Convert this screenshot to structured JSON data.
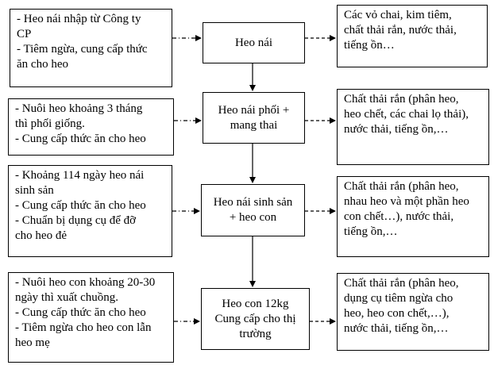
{
  "left_boxes": [
    {
      "lines": [
        "- Heo nái nhập từ Công ty",
        "CP",
        "- Tiêm ngừa, cung cấp thức",
        "ăn cho heo"
      ]
    },
    {
      "lines": [
        "- Nuôi heo khoảng 3 tháng",
        "thì phối giống.",
        "- Cung cấp thức ăn cho heo"
      ]
    },
    {
      "lines": [
        "- Khoảng 114 ngày heo nái",
        "sinh sản",
        "- Cung cấp thức ăn cho heo",
        "- Chuẩn bị dụng cụ để đỡ",
        "cho heo đẻ"
      ]
    },
    {
      "lines": [
        "- Nuôi heo con khoảng 20-30",
        "ngày thì xuất chuồng.",
        "- Cung cấp thức ăn cho heo",
        "- Tiêm ngừa cho heo con lẫn",
        "heo mẹ"
      ]
    }
  ],
  "center_boxes": [
    {
      "lines": [
        "Heo nái"
      ]
    },
    {
      "lines": [
        "Heo nái phối +",
        "mang thai"
      ]
    },
    {
      "lines": [
        "Heo nái sinh sản",
        "+ heo con"
      ]
    },
    {
      "lines": [
        "Heo con 12kg",
        "Cung cấp cho thị",
        "trường"
      ]
    }
  ],
  "right_boxes": [
    {
      "lines": [
        "Các vỏ chai, kim tiêm,",
        "chất thải rắn, nước thải,",
        "tiếng ồn…"
      ]
    },
    {
      "lines": [
        "Chất thải rắn (phân heo,",
        "heo chết, các chai lọ thải),",
        "nước thải, tiếng ồn,…"
      ]
    },
    {
      "lines": [
        "Chất thải rắn (phân heo,",
        "nhau heo và một phần heo",
        "con chết…), nước thải,",
        "tiếng ồn,…"
      ]
    },
    {
      "lines": [
        "Chất thải rắn (phân heo,",
        "dụng cụ tiêm ngừa cho",
        "heo, heo con chết,…),",
        "nước thải, tiếng ồn,…"
      ]
    }
  ]
}
